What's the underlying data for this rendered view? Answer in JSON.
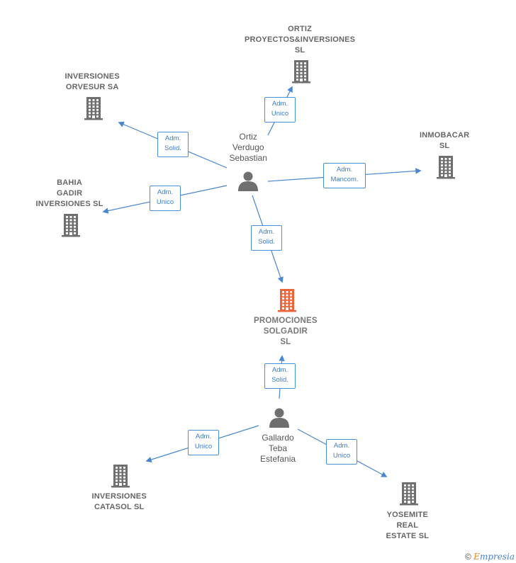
{
  "companies": [
    {
      "id": "ortiz_proy",
      "lines": [
        "ORTIZ",
        "PROYECTOS&INVERSIONES",
        "SL"
      ],
      "color": "#6f6f6f"
    },
    {
      "id": "orvesur",
      "lines": [
        "INVERSIONES",
        "ORVESUR SA"
      ],
      "color": "#6f6f6f"
    },
    {
      "id": "inmobacar",
      "lines": [
        "INMOBACAR",
        "SL"
      ],
      "color": "#6f6f6f"
    },
    {
      "id": "bahia",
      "lines": [
        "BAHIA",
        "GADIR",
        "INVERSIONES SL"
      ],
      "color": "#6f6f6f"
    },
    {
      "id": "promociones",
      "lines": [
        "PROMOCIONES",
        "SOLGADIR",
        "SL"
      ],
      "color": "#f0643a",
      "focus": true
    },
    {
      "id": "catasol",
      "lines": [
        "INVERSIONES",
        "CATASOL SL"
      ],
      "color": "#6f6f6f"
    },
    {
      "id": "yosemite",
      "lines": [
        "YOSEMITE",
        "REAL",
        "ESTATE  SL"
      ],
      "color": "#6f6f6f"
    }
  ],
  "people": [
    {
      "id": "ortiz",
      "lines": [
        "Ortiz",
        "Verdugo",
        "Sebastian"
      ]
    },
    {
      "id": "gallardo",
      "lines": [
        "Gallardo",
        "Teba",
        "Estefania"
      ]
    }
  ],
  "relations": [
    {
      "from": "ortiz",
      "to": "ortiz_proy",
      "lines": [
        "Adm.",
        "Unico"
      ]
    },
    {
      "from": "ortiz",
      "to": "orvesur",
      "lines": [
        "Adm.",
        "Solid."
      ]
    },
    {
      "from": "ortiz",
      "to": "inmobacar",
      "lines": [
        "Adm.",
        "Mancom."
      ]
    },
    {
      "from": "ortiz",
      "to": "bahia",
      "lines": [
        "Adm.",
        "Unico"
      ]
    },
    {
      "from": "ortiz",
      "to": "promociones",
      "lines": [
        "Adm.",
        "Solid."
      ]
    },
    {
      "from": "gallardo",
      "to": "promociones",
      "lines": [
        "Adm.",
        "Solid."
      ]
    },
    {
      "from": "gallardo",
      "to": "catasol",
      "lines": [
        "Adm.",
        "Unico"
      ]
    },
    {
      "from": "gallardo",
      "to": "yosemite",
      "lines": [
        "Adm.",
        "Unico"
      ]
    }
  ],
  "colors": {
    "edge": "#4a86cf",
    "person": "#6f6f6f"
  },
  "footer": {
    "symbol": "©",
    "brand_first": "E",
    "brand_rest": "mpresia"
  }
}
